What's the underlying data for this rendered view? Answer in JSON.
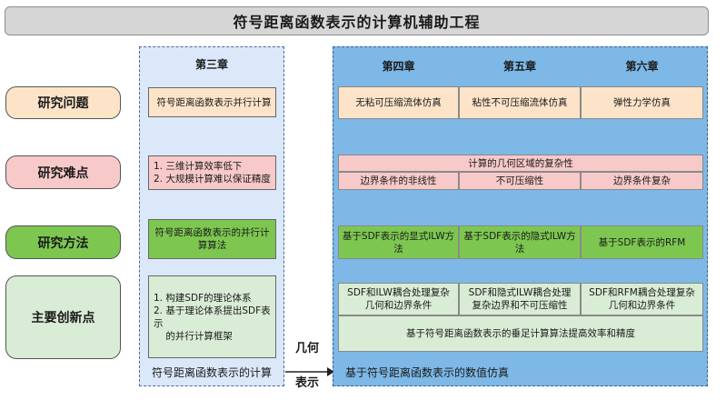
{
  "title": "符号距离函数表示的计算机辅助工程",
  "categories": {
    "problem": "研究问题",
    "difficulty": "研究难点",
    "method": "研究方法",
    "innovation": "主要创新点"
  },
  "chapter3": {
    "header": "第三章",
    "problem": "符号距离函数表示并行计算",
    "difficulty": [
      "1. 三维计算效率低下",
      "2. 大规模计算难以保证精度"
    ],
    "method": "符号距离函数表示的并行计算算法",
    "innovation": [
      "1. 构建SDF的理论体系",
      "2. 基于理论体系提出SDF表示",
      "    的并行计算框架"
    ],
    "caption": "符号距离函数表示的计算"
  },
  "connector": {
    "line1": "几何",
    "line2": "表示"
  },
  "chapters": {
    "ch4": "第四章",
    "ch5": "第五章",
    "ch6": "第六章"
  },
  "problems": {
    "ch4": "无粘可压缩流体仿真",
    "ch5": "粘性不可压缩流体仿真",
    "ch6": "弹性力学仿真"
  },
  "difficulties": {
    "shared": "计算的几何区域的复杂性",
    "ch4": "边界条件的非线性",
    "ch5": "不可压缩性",
    "ch6": "边界条件复杂"
  },
  "methods": {
    "ch4": "基于SDF表示的显式ILW方法",
    "ch5": "基于SDF表示的隐式ILW方法",
    "ch6": "基于SDF表示的RFM"
  },
  "innovations": {
    "ch4": [
      "SDF和ILW耦合处理复杂",
      "几何和边界条件"
    ],
    "ch5": [
      "SDF和隐式ILW耦合处理",
      "复杂边界和不可压缩性"
    ],
    "ch6": [
      "SDF和RFM耦合处理复杂",
      "几何和边界条件"
    ],
    "shared": "基于符号距离函数表示的垂足计算算法提高效率和精度"
  },
  "right_caption": "基于符号距离函数表示的数值仿真"
}
